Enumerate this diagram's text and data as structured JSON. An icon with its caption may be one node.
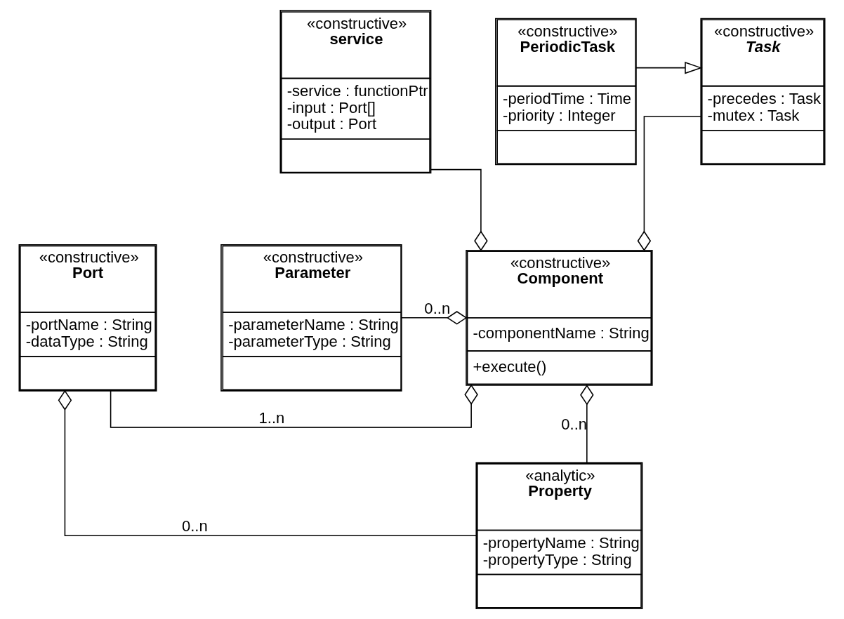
{
  "diagram": {
    "nodes": [
      {
        "text": [
          "«constructive»",
          "service",
          "-service : functionPtr",
          "-input : Port[]",
          "-output : Port"
        ]
      },
      {
        "text": [
          "«constructive»",
          "Task",
          "-precedes : Task",
          "-mutex : Task"
        ]
      },
      {
        "text": [
          "«constructive»",
          "PeriodicTask",
          "-periodTime : Time",
          "-priority : Integer"
        ]
      },
      {
        "text": [
          "«constructive»",
          "Parameter",
          "-parameterName : String",
          "-parameterType : String"
        ]
      },
      {
        "text": [
          "«constructive»",
          "Component",
          "-componentName : String",
          "+execute()"
        ]
      },
      {
        "text": [
          "«constructive»",
          "Port",
          "-portName : String",
          "-dataType : String"
        ]
      },
      {
        "text": [
          "«analytic»",
          "Property",
          "-propertyName : String",
          "-propertyType : String"
        ]
      }
    ],
    "edges": [
      {
        "from": 0,
        "to": 4,
        "arrow": "other"
      },
      {
        "from": 1,
        "to": 4,
        "arrow": "other"
      },
      {
        "from": 2,
        "to": 1,
        "arrow": "to"
      },
      {
        "from": 3,
        "to": 4,
        "arrow": "other",
        "label": "0..n"
      },
      {
        "from": 5,
        "to": 4,
        "arrow": "other",
        "label": "1..n"
      },
      {
        "from": 6,
        "to": 4,
        "arrow": "other",
        "label": "0..n"
      },
      {
        "from": 6,
        "to": 5,
        "arrow": "other",
        "label": "0..n"
      }
    ]
  }
}
